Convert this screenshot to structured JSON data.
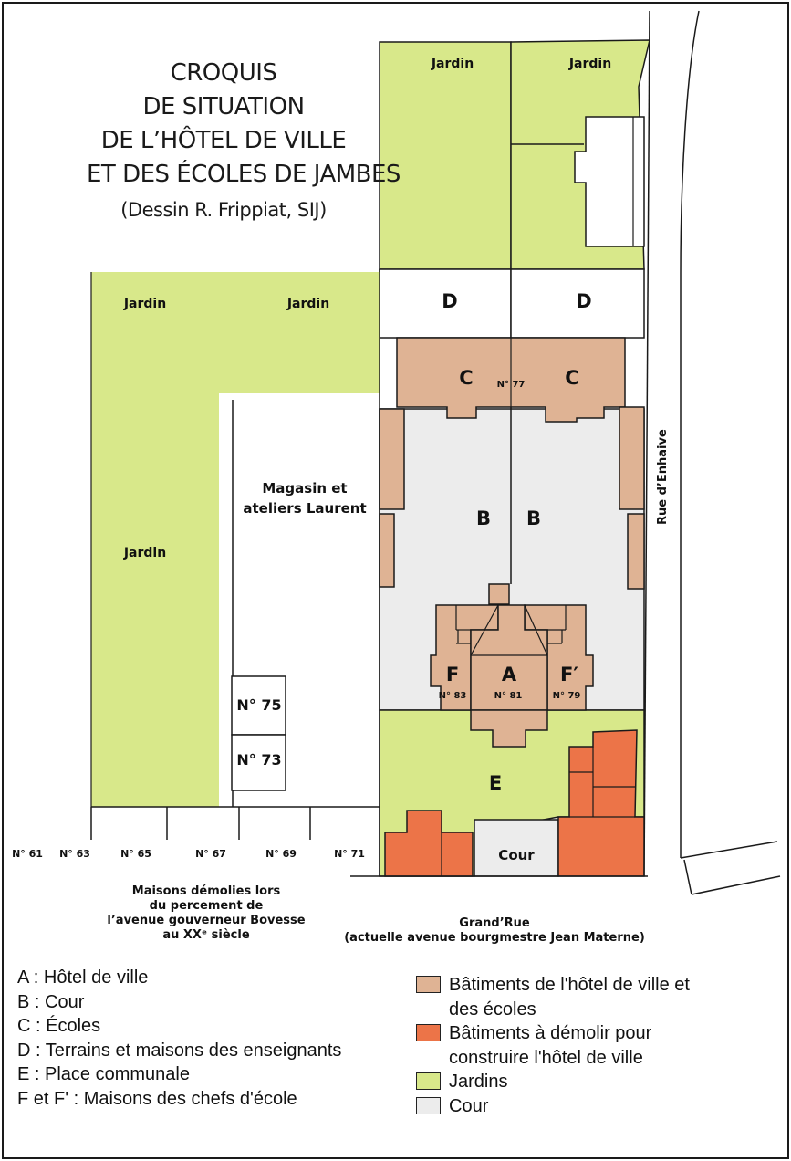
{
  "title": [
    "CROQUIS",
    "DE SITUATION",
    "DE L’HÔTEL DE VILLE",
    "ET DES ÉCOLES DE JAMBES"
  ],
  "credit": "(Dessin R. Frippiat, SIJ)",
  "labels": {
    "jardin": "Jardin",
    "d": "D",
    "c": "C",
    "b": "B",
    "a": "A",
    "e": "E",
    "f": "F",
    "f_prime": "F′",
    "no77": "N° 77",
    "no81": "N° 81",
    "no83": "N° 83",
    "no79": "N° 79",
    "no75": "N° 75",
    "no73": "N° 73",
    "cour": "Cour",
    "magasin_1": "Magasin et",
    "magasin_2": "ateliers Laurent",
    "rue_enhaive": "Rue d’Enhaive"
  },
  "street_numbers": [
    "N° 61",
    "N° 63",
    "N° 65",
    "N° 67",
    "N° 69",
    "N° 71"
  ],
  "notes": {
    "maisons": [
      "Maisons démolies lors",
      "du percement de",
      "l’avenue gouverneur Bovesse",
      "au XXᵉ siècle"
    ],
    "grand_rue": [
      "Grand’Rue",
      "(actuelle avenue bourgmestre Jean Materne)"
    ]
  },
  "legend_keys": [
    "A : Hôtel de ville",
    "B : Cour",
    "C : Écoles",
    "D : Terrains et maisons des enseignants",
    "E : Place communale",
    "F et F' : Maisons des chefs d'école"
  ],
  "legend_colors": [
    {
      "label_lines": [
        "Bâtiments de l'hôtel de ville et",
        "des écoles"
      ],
      "color": "#dfb394"
    },
    {
      "label_lines": [
        "Bâtiments à démolir pour",
        "construire l'hôtel de ville"
      ],
      "color": "#ec7448"
    },
    {
      "label_lines": [
        "Jardins"
      ],
      "color": "#d8e88a"
    },
    {
      "label_lines": [
        "Cour"
      ],
      "color": "#ececec"
    }
  ],
  "colors": {
    "jardin": "#d8e88a",
    "batiments": "#dfb394",
    "demolir": "#ec7448",
    "cour": "#ececec",
    "ink": "#1a1a1a"
  }
}
